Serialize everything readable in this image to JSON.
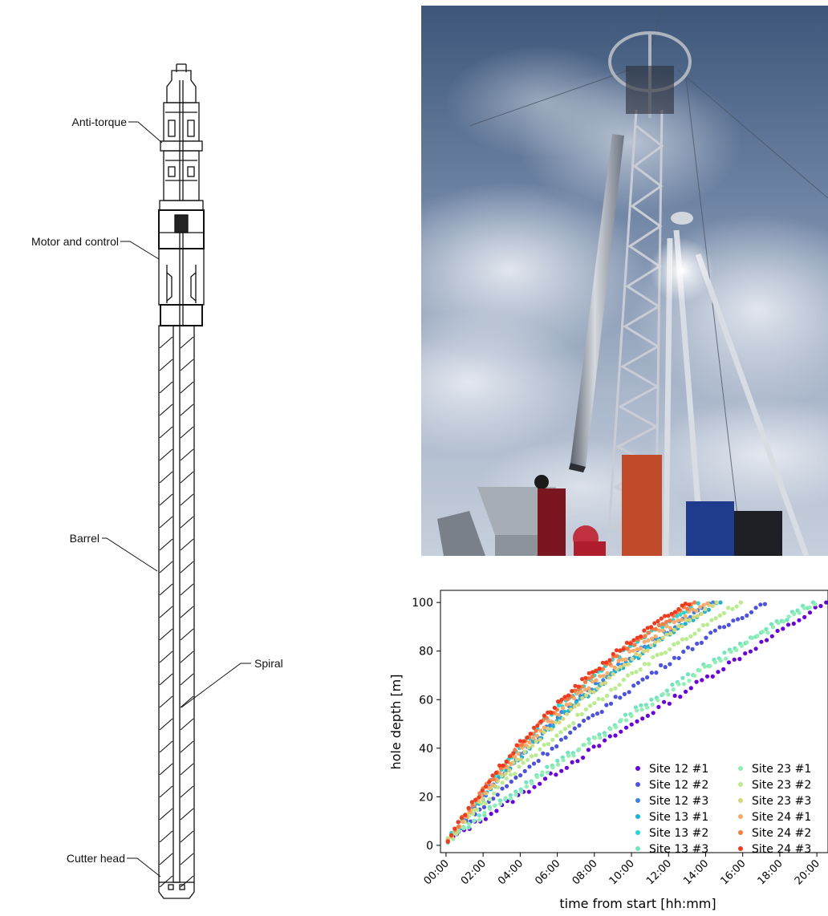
{
  "diagram": {
    "labels": {
      "anti_torque": "Anti-torque",
      "motor_control": "Motor and control",
      "barrel": "Barrel",
      "spiral": "Spiral",
      "cutter_head": "Cutter head"
    }
  },
  "photo": {
    "subject": "drill-tower-photo"
  },
  "chart_data": {
    "type": "scatter",
    "xlabel": "time from start [hh:mm]",
    "ylabel": "hole depth [m]",
    "xlim": [
      -0.3,
      20.6
    ],
    "ylim": [
      -3,
      105
    ],
    "xticks": [
      "00:00",
      "02:00",
      "04:00",
      "06:00",
      "08:00",
      "10:00",
      "12:00",
      "14:00",
      "16:00",
      "18:00",
      "20:00"
    ],
    "xtick_values": [
      0,
      2,
      4,
      6,
      8,
      10,
      12,
      14,
      16,
      18,
      20
    ],
    "yticks": [
      0,
      20,
      40,
      60,
      80,
      100
    ],
    "grid": false,
    "legend_position": "lower-right",
    "series": [
      {
        "name": "Site 12 #1",
        "color": "#6a00e8",
        "end_time": 20.5,
        "k": 0.0
      },
      {
        "name": "Site 12 #2",
        "color": "#4c52e6",
        "end_time": 17.2,
        "k": 0.3
      },
      {
        "name": "Site 12 #3",
        "color": "#3c84e2",
        "end_time": 14.4,
        "k": 0.5
      },
      {
        "name": "Site 13 #1",
        "color": "#1ab3d7",
        "end_time": 14.8,
        "k": 0.5
      },
      {
        "name": "Site 13 #2",
        "color": "#28d6d2",
        "end_time": 13.6,
        "k": 0.6
      },
      {
        "name": "Site 13 #3",
        "color": "#6fe7bd",
        "end_time": 19.8,
        "k": 0.15
      },
      {
        "name": "Site 23 #1",
        "color": "#8ef0b2",
        "end_time": 19.9,
        "k": 0.1
      },
      {
        "name": "Site 23 #2",
        "color": "#b9ec8c",
        "end_time": 15.9,
        "k": 0.35
      },
      {
        "name": "Site 23 #3",
        "color": "#d6d77a",
        "end_time": 14.6,
        "k": 0.45
      },
      {
        "name": "Site 24 #1",
        "color": "#fbaa68",
        "end_time": 14.1,
        "k": 0.55
      },
      {
        "name": "Site 24 #2",
        "color": "#fb7a43",
        "end_time": 13.4,
        "k": 0.6
      },
      {
        "name": "Site 24 #3",
        "color": "#f43a1c",
        "end_time": 13.1,
        "k": 0.6
      }
    ],
    "max_depth": 100
  }
}
